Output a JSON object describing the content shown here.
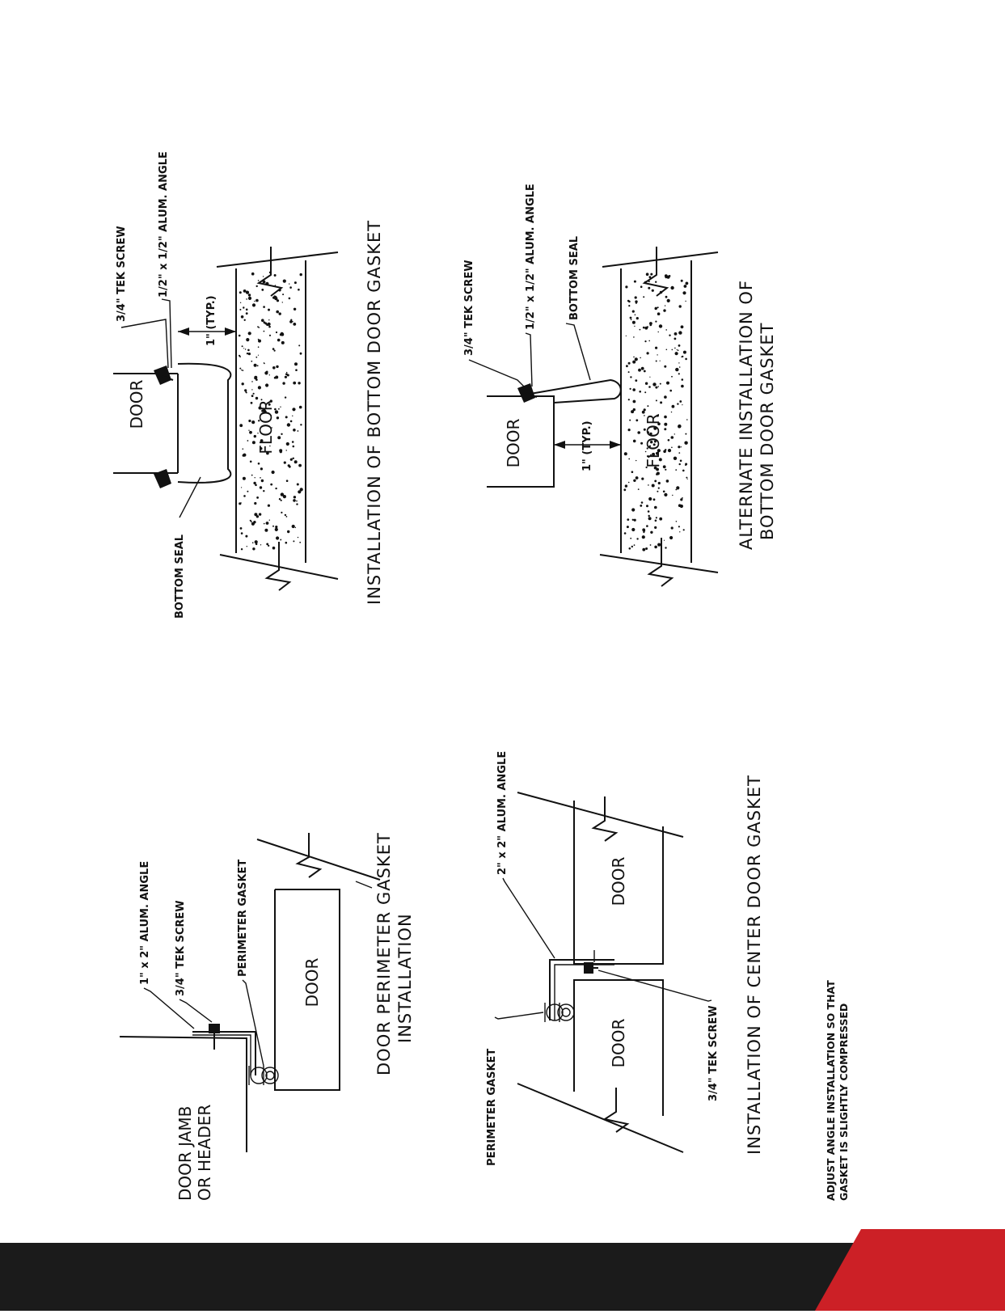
{
  "bottom_gasket": {
    "title": "INSTALLATION OF BOTTOM DOOR GASKET",
    "door": "DOOR",
    "floor": "FLOOR",
    "tek_screw": "3/4\" TEK SCREW",
    "angle": "1/2\" x 1/2\" ALUM. ANGLE",
    "typ": "1\" (TYP.)",
    "seal": "BOTTOM SEAL"
  },
  "alt_bottom_gasket": {
    "title_line1": "ALTERNATE INSTALLATION OF",
    "title_line2": "BOTTOM DOOR GASKET",
    "door": "DOOR",
    "floor": "FLOOR",
    "tek_screw": "3/4\" TEK SCREW",
    "angle": "1/2\" x 1/2\" ALUM. ANGLE",
    "typ": "1\" (TYP.)",
    "seal": "BOTTOM SEAL"
  },
  "perimeter_gasket": {
    "title_line1": "DOOR PERIMETER GASKET",
    "title_line2": "INSTALLATION",
    "jamb_line1": "DOOR JAMB",
    "jamb_line2": "OR HEADER",
    "angle": "1\" x 2\" ALUM. ANGLE",
    "tek_screw": "3/4\" TEK SCREW",
    "gasket": "PERIMETER GASKET",
    "door": "DOOR"
  },
  "center_gasket": {
    "title": "INSTALLATION OF CENTER DOOR GASKET",
    "angle": "2\" x 2\" ALUM. ANGLE",
    "door_top": "DOOR",
    "door_bottom": "DOOR",
    "gasket": "PERIMETER GASKET",
    "tek_screw": "3/4\" TEK SCREW"
  },
  "note": {
    "line1": "ADJUST ANGLE INSTALLATION SO THAT",
    "line2": "GASKET IS SLIGHTLY COMPRESSED"
  },
  "colors": {
    "footer_bar": "#1b1b1b",
    "accent": "#cc2026",
    "line": "#111111"
  }
}
